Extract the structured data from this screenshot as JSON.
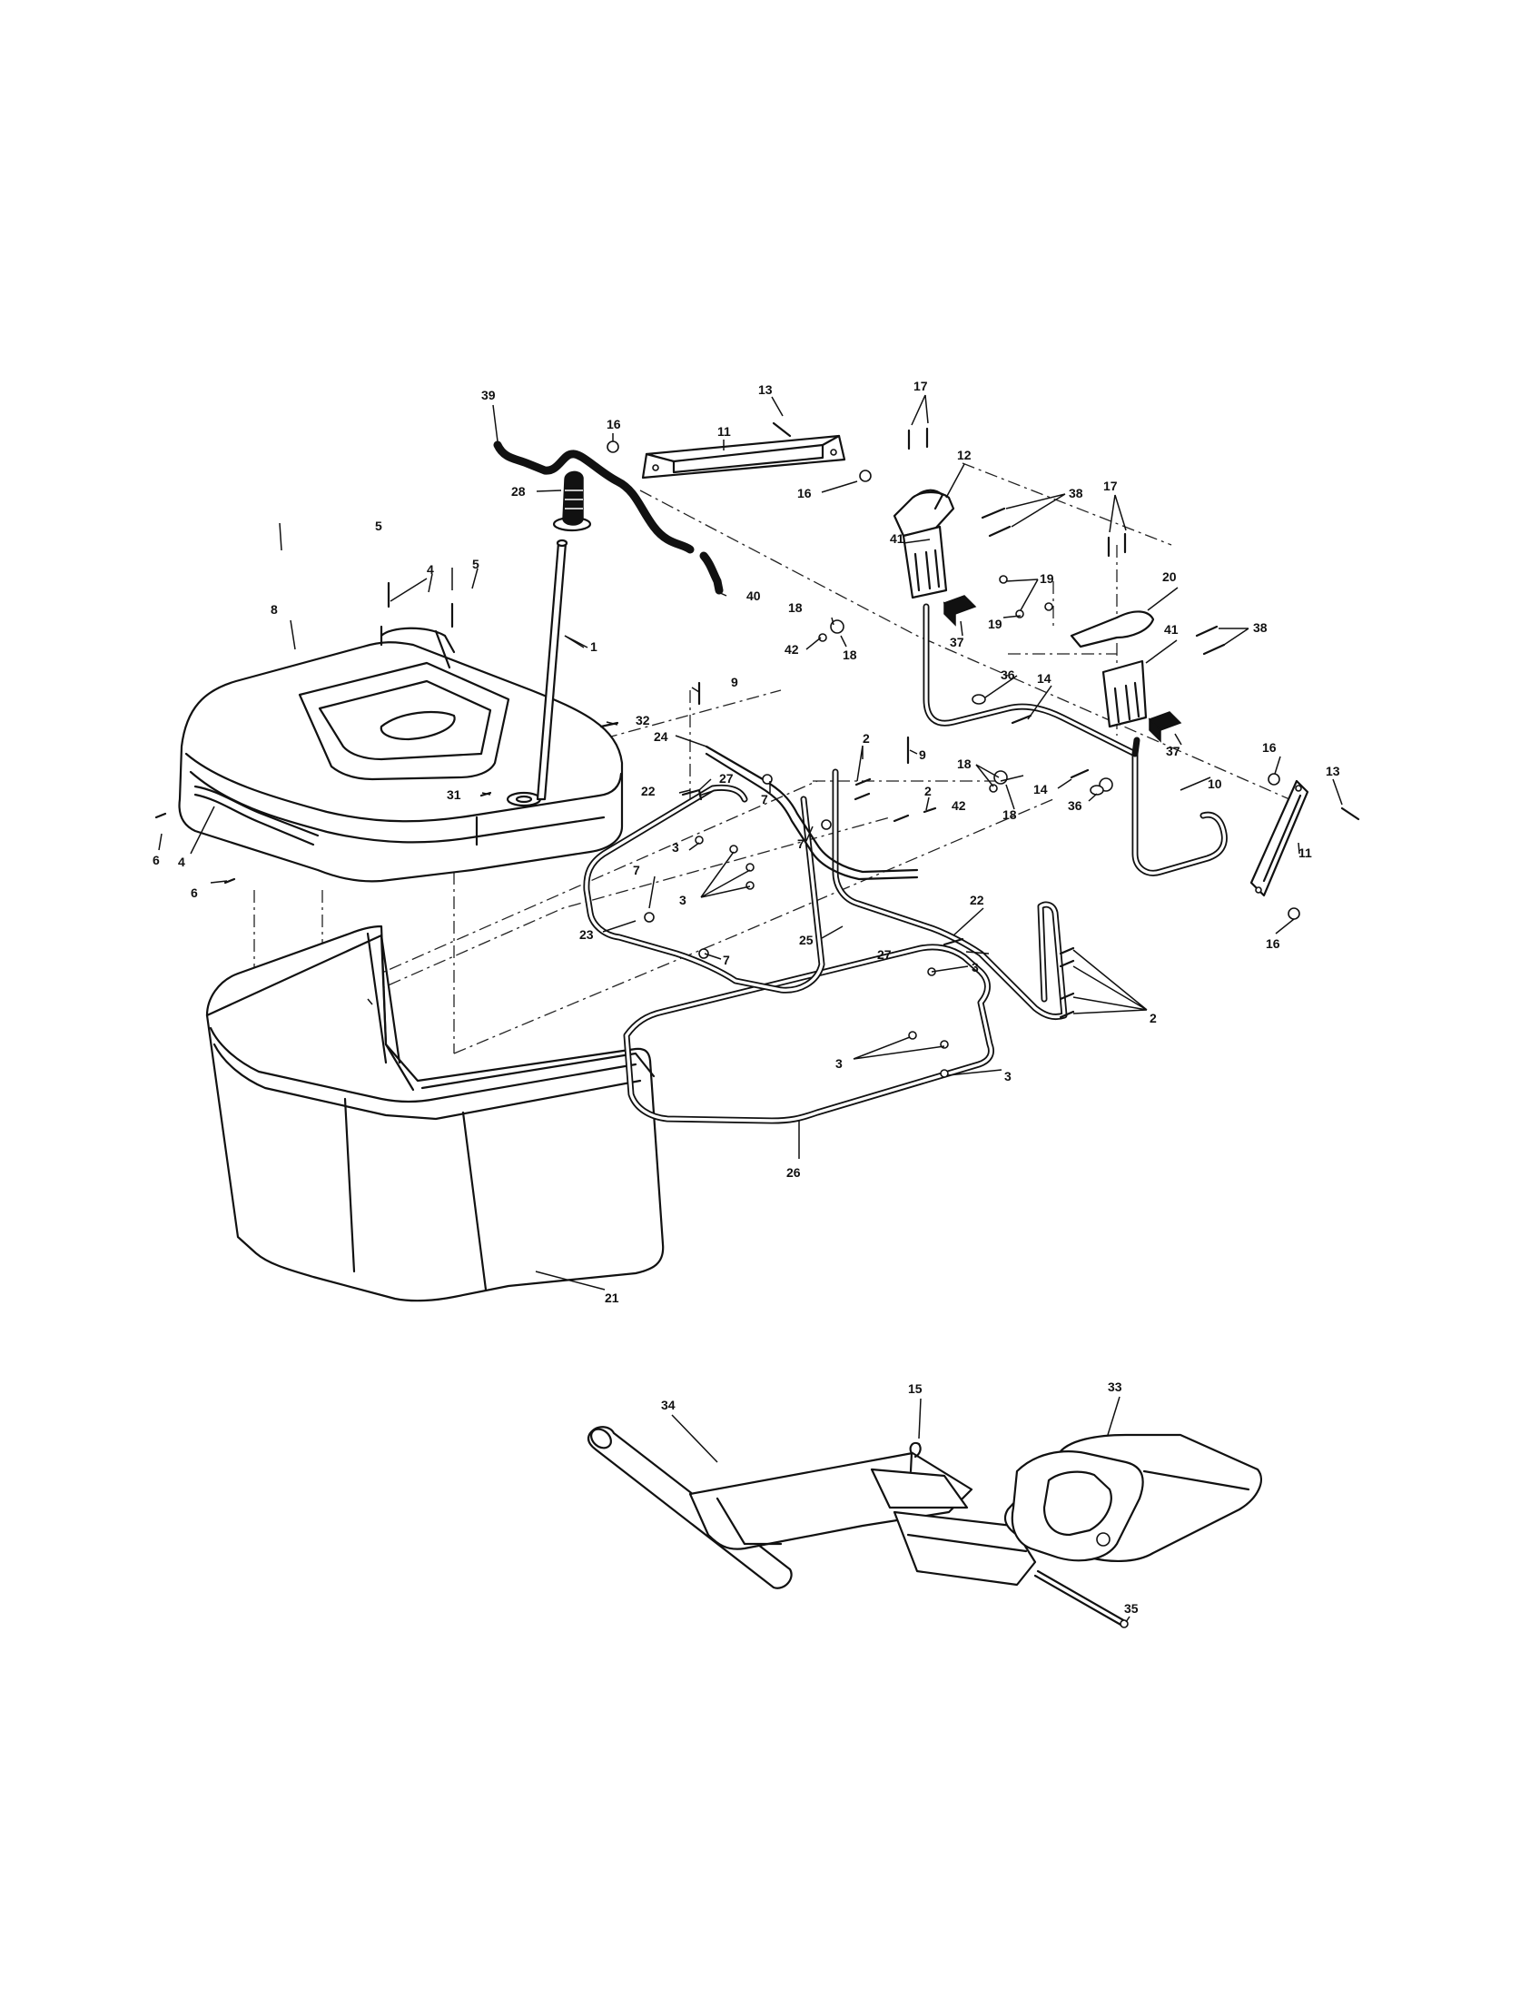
{
  "callouts": {
    "c1": "1",
    "c2": "2",
    "c3": "3",
    "c4": "4",
    "c5": "5",
    "c6": "6",
    "c7": "7",
    "c8": "8",
    "c9": "9",
    "c10": "10",
    "c11": "11",
    "c12": "12",
    "c13": "13",
    "c14": "14",
    "c15": "15",
    "c16": "16",
    "c17": "17",
    "c18": "18",
    "c19": "19",
    "c20": "20",
    "c21": "21",
    "c22": "22",
    "c23": "23",
    "c24": "24",
    "c25": "25",
    "c26": "26",
    "c27": "27",
    "c28": "28",
    "c31": "31",
    "c32": "32",
    "c33": "33",
    "c34": "34",
    "c35": "35",
    "c36": "36",
    "c37": "37",
    "c38": "38",
    "c39": "39",
    "c40": "40",
    "c41": "41",
    "c42": "42"
  }
}
